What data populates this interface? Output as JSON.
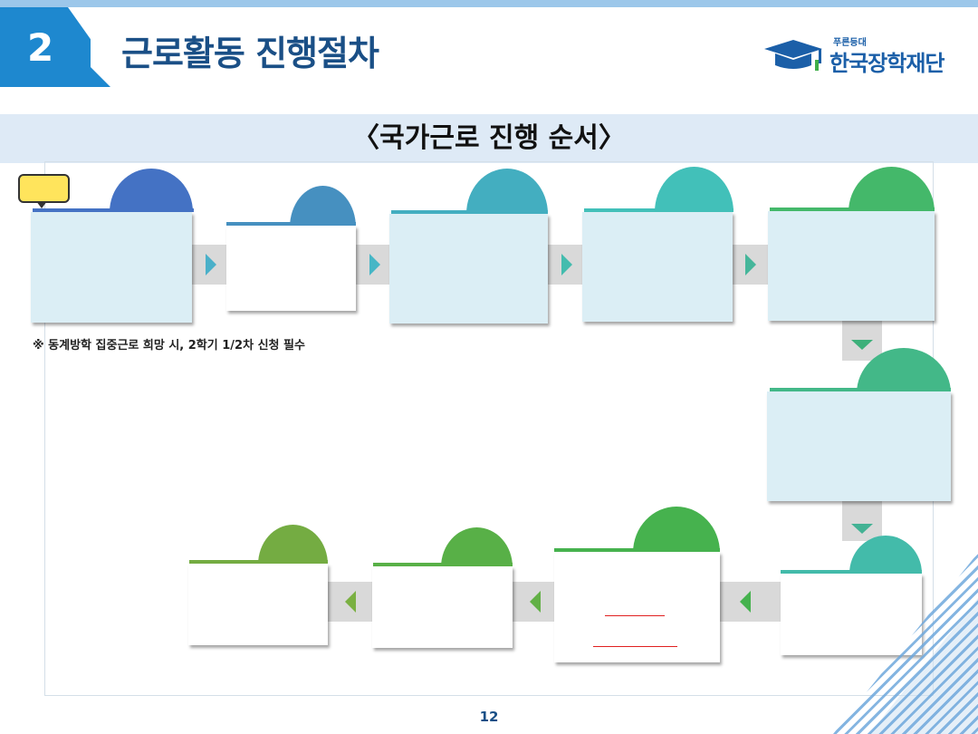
{
  "header": {
    "section_number": "2",
    "title": "근로활동 진행절차",
    "logo_small": "푸른등대",
    "logo_main": "한국장학재단"
  },
  "subtitle": "〈국가근로 진행 순서〉",
  "note": "※ 동계방학 집중근로 희망 시, 2학기 1/2차 신청 필수",
  "page_number": "12",
  "colors": {
    "section_blue": "#1e88cf",
    "title_navy": "#1a4f86",
    "subtitle_band": "#deeaf6",
    "step_light_fill": "#dbeef5",
    "connector_gray": "#d9d9d9",
    "red_underline": "#e02020"
  },
  "steps": [
    {
      "tab_color": "#4472c4"
    },
    {
      "tab_color": "#4690c0"
    },
    {
      "tab_color": "#43aec0"
    },
    {
      "tab_color": "#42c0b9"
    },
    {
      "tab_color": "#44b86a"
    },
    {
      "tab_color": "#43b888"
    },
    {
      "tab_color": "#43bbaa"
    },
    {
      "tab_color": "#46b24e"
    },
    {
      "tab_color": "#58b047"
    },
    {
      "tab_color": "#74ac42"
    }
  ]
}
